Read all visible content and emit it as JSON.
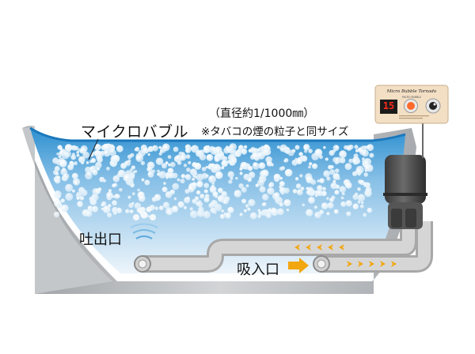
{
  "labels": {
    "micro_bubble": "マイクロバブル",
    "diameter": "（直径約1/1000㎜）",
    "cigarette_note": "※タバコの煙の粒子と同サイズ",
    "outlet": "吐出口",
    "inlet": "吸入口"
  },
  "control_panel": {
    "title": "Micro Bubble Tornado",
    "subtitle": "MICRO BUBBLE",
    "display_value": "15"
  },
  "colors": {
    "water_top": "#2c8fd0",
    "water_bottom": "#e3effa",
    "tub_shell": "#b9bcbf",
    "pipe": "#c9c9c9",
    "pump": "#4a4a4a",
    "arrow": "#f2a60f",
    "panel": "#f3dfc4",
    "display": "#ff2a1a"
  }
}
